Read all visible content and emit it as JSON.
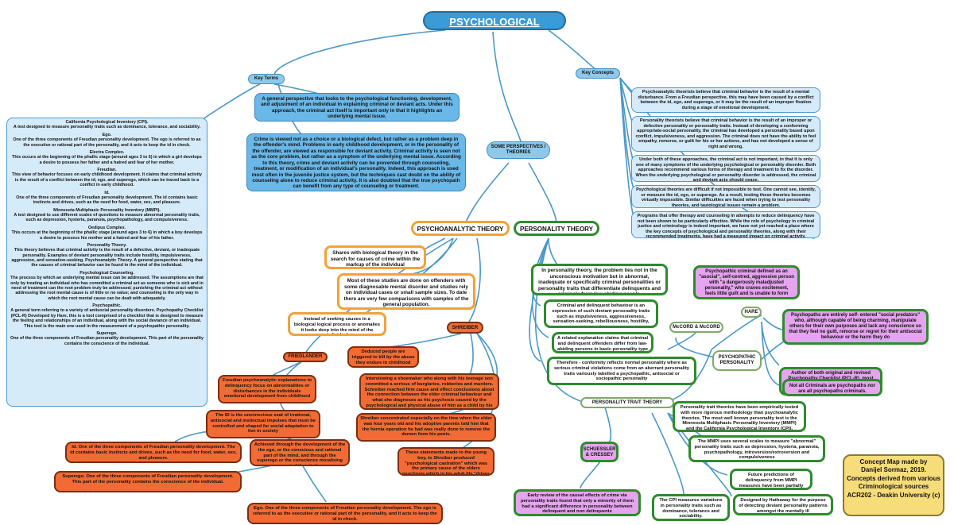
{
  "title": "PSYCHOLOGICAL THEORIES",
  "hubs": {
    "key_terms": "Key Terms",
    "key_concepts": "Key Concepts",
    "some_perspectives": "SOME PERSPECTIVES / THEORIES",
    "psychoanalytic_theory": "PSYCHOANALYTIC THEORY",
    "personality_theory": "PERSONALITY THEORY",
    "schreiber": "SHREIBER",
    "friedlander": "FRIEDLANDER",
    "personality_trait_theory": "PERSONALITY TRAIT THEORY",
    "psychopathic_personality": "PSYCHOPATHIC PERSONALITY",
    "hare": "HARE",
    "mccord": "McCORD & McCORD",
    "schuessler": "SCHUESSLER & CRESSEY"
  },
  "key_terms": {
    "definition_1": "A general perspective that looks to the psychological functioning, development, and adjustment of an individual in explaining criminal or deviant acts. Under this approach, the criminal act itself is important only in that it highlights an underlying mental issue.",
    "definition_2": "Crime is viewed not as a choice or a biological defect, but rather as a problem deep in the offender's mind. Problems in early childhood development, or in the personality of the offender, are viewed as responsible for deviant activity. Criminal activity is seen not as the core problem, but rather as a symptom of the underlying mental issue. According to this theory, crime and deviant activity can be prevented through counseling, treatment, or modification of an individual's personality. Indeed, this approach is used most often in the juvenile justice system, but the techniques cast doubt on the ability of counseling alone to reduce criminal activity. It is also doubted that the true psychopath can benefit from any type of counseling or treatment."
  },
  "glossary": [
    {
      "term": "California Psychological Inventory (CPI).",
      "def": "A test designed to measure personality traits such as dominance, tolerance, and sociability."
    },
    {
      "term": "Ego.",
      "def": "One of the three components of Freudian personality development. The ego is referred to as the executive or rational part of the personality, and it acts to keep the id in check."
    },
    {
      "term": "Electra Complex.",
      "def": "This occurs at the beginning of the phallic stage (around ages 3 to 6) in which a girl develops a desire to possess her father and a hatred and fear of her mother."
    },
    {
      "term": "Freudian.",
      "def": "This view of behavior focuses on early childhood development. It claims that criminal activity is the result of a conflict between the id, ego, and superego, which can be traced back to a conflict in early childhood."
    },
    {
      "term": "Id.",
      "def": "One of the three components of Freudian personality development. The id contains basic instincts and drives, such as the need for food, water, sex, and pleasure."
    },
    {
      "term": "Minnesota Multiphasic Personality Inventory (MMPI).",
      "def": "A test designed to use different scales of questions to measure abnormal personality traits, such as depression, hysteria, paranoia, psychopathology, and compulsiveness."
    },
    {
      "term": "Oedipus Complex.",
      "def": "This occurs at the beginning of the phallic stage (around ages 3 to 6) in which a boy develops a desire to possess his mother and a hatred and fear of his father."
    },
    {
      "term": "Personality Theory.",
      "def": "This theory believes that criminal activity is the result of a defective, deviant, or inadequate personality. Examples of deviant personality traits include hostility, impulsiveness, aggression, and sensation-seeking. Psychoanalytic Theory. A general perspective stating that the causes of criminal behavior can be found in the mind of the individual."
    },
    {
      "term": "Psychological Counseling.",
      "def": "The process by which an underlying mental issue can be addressed. The assumptions are that only by treating an individual who has committed a criminal act as someone who is sick and in need of treatment can the root problem truly be addressed; punishing the criminal act without addressing the root mental cause is of little or no value; and counseling is the only way in which the root mental cause can be dealt with adequately."
    },
    {
      "term": "Psychopathic.",
      "def": "A general term referring to a variety of antisocial personality disorders. Psychopathy Checklist (PCL-R) Developed by Hare, this is a tool comprised of a checklist that is designed to measure the feeling and relationships of an individual, along with the social deviance of an individual. This tool is the main one used in the measurement of a psychopathic personality."
    },
    {
      "term": "Superego.",
      "def": "One of the three components of Freudian personality development. This part of the personality contains the conscience of the individual."
    }
  ],
  "key_concepts": [
    "Psychoanalytic theorists believe that criminal behavior is the result of a mental disturbance. From a Freudian perspective, this may have been caused by a conflict between the id, ego, and superego, or it may be the result of an improper fixation during a stage of emotional development.",
    "Personality theorists believe that criminal behavior is the result of an improper or defective personality or personality traits. Instead of developing a conforming appropriate-social personality, the criminal has developed a personality based upon conflict, impulsiveness, and aggression. The criminal does not have the ability to feel empathy, remorse, or guilt for his or her actions, and has not developed a sense of right and wrong.",
    "Under both of these approaches, the criminal act is not important, in that it is only one of many symptoms of the underlying psychological or personality disorder. Both approaches recommend various forms of therapy and treatment to fix the disorder. When the underlying psychological or personality disorder is addressed, the criminal and deviant acts should cease.",
    "Psychological theories are difficult if not impossible to test. One cannot see, identify, or measure the id, ego, or superego. As a result, testing these theories becomes virtually impossible. Similar difficulties are faced when trying to test personality theories, and tautological issues remain a problem.",
    "Programs that offer therapy and counseling in attempts to reduce delinquency have not been shown to be particularly effective. While the role of psychology in criminal justice and criminology is indeed important, we have not yet reached a place where the key concepts of psychological and personality theories, along with their recommended treatments, have had a measured impact on criminal activity."
  ],
  "psychoanalytic": {
    "shares": "Shares with biological theory in the search for causes of crime within the markup of the individual",
    "studies": "Most of these studies are done on offenders with some diagnosable mental disorder and studies rely on individual cases or small sample sizes. To date there are very few comparisons with samples of the general population.",
    "instead": "Instead of seeking causes in a biological logical process or anomalies it looks deep into the mind of the individual"
  },
  "schreiber_nodes": [
    "Deduced people are triggered to kill by the abuse they endure in childhood",
    "Interviewing a shoemaker who along with his teenage son committed a serious of burglaries, robberies and murders. Schreiber reached firm cause and effect conclusions about the connection between the elder criminal behaviour and what she diagnoses as his psychosis caused by the psychological and physical abuse of him as a child by his adoptive parents.",
    "Shreiber concentrated especially on the time when the elder was four years old and his adoptive parents told him that the hernia operation he had was really done to remove the demon from his penis.",
    "These statements made to the young boy, to Shreiber produced \"psychological castration\" which was the primary cause of the elders psychosis which in his adult life \"drives him to kill\" (Shreiber 1984)"
  ],
  "friedlander_nodes": [
    "Freudian psychoanalytic explanations to delinquency focus on abnormalities or disturbances in the individuals emotional development from childhood",
    "The ID is the unconscious seat of irrational, antisocial and instinctual impulses that must be controlled and shaped for social adaptation to live in society",
    "Id. One of the three components of Freudian personality development. The id contains basic instincts and drives, such as the need for food, water, sex, and pleasure.",
    "Achieved through the development of the the ego, or the conscious and rational part of the mind, and through the superego or the conscience moralising part of the mind",
    "Superego. One of the three components of Freudian personality development. This part of the personality contains the conscience of the individual.",
    "Ego. One of the three components of Freudian personality development. The ego is referred to as the executive or rational part of the personality, and it acts to keep the id in check."
  ],
  "personality_nodes": {
    "intro": "In personality theory, the problem lies not in the unconscious motivation but in abnormal, inadequate or specifically criminal personalities or personality traits that differentiate delinquents and criminals from law-abiding people.",
    "expression": "Criminal and delinquent behaviour is an expression of such deviant personality traits such as impulsiveness, aggressiveness, sensation-seeking, rebelliousness, hostility, etc.",
    "related": "A related explanation claims that criminal and delinquent offenders differ from law-abiding persons in basic personality type",
    "therefore": "Therefore - conformity reflects normal personality where as serious criminal violations come from an aberrant personality traits variously labelled a psychopathic, antisocial or sociopathic personality"
  },
  "psychopathic_nodes": {
    "mccord": "Psychopathic criminal defined as an \"asocial\", self-centred, aggressive person with \"a dangerously maladjusted personality,\" who craves excitement, feels little guilt and is unable to form emotional attachments to others.",
    "hare_desc": "Psychopaths are entirely self- entered \"social predators\" who, although capable of being charming, manipulate others for their own purposes and lack any conscience so that they feel no guilt, remorse or regret for their antisocial behaviour or the harm they do",
    "hare_author": "Author of both original and revised Psychopathy Checklist (PCL-R), most widely used instrument for the measurement of the psychopathic personality",
    "not_all": "Not all Criminals are psychopaths nor are all psychopaths criminals."
  },
  "trait_nodes": {
    "empirical": "Personality trait theories have been empirically tested with more rigorous methodology than psychoanalytic theories. The most well known personality test is the Minnesota Multiphasic Personality Inventory (MMPI) and the California Psychological Inventory (CPI).",
    "mmpi": "The MMPI uses several scales to measure \"abnormal\" personality traits such as depression, hysteria, paranoia, psychopathology, introversion/extroversion and compulsiveness",
    "future": "Future predictions of delinquency from MMPI measures have been partially successful",
    "cpi": "The CPI measures variations in personality traits such as dominance, tolerance and sociability.",
    "hathaway": "Designed by Hathaway for the purpose of detecting deviant personality patterns amongst the mentally ill",
    "early_review": "Early review of the causal effects of crime via personality traits found that only a minority of them had a significant difference in personality between delinquent and non delinquents"
  },
  "credit": [
    "Concept Map made by",
    "Danijel Sormaz, 2019.",
    "Concepts derived from various",
    "Criminological sources",
    "ACR202 - Deakin University (c)"
  ],
  "colors": {
    "blue": "#3f8fc4",
    "orange": "#f4a13a",
    "orange_fill": "#f26b34",
    "green": "#2e8b2e",
    "purple": "#e5a4ee",
    "credit": "#f7dd7a"
  }
}
